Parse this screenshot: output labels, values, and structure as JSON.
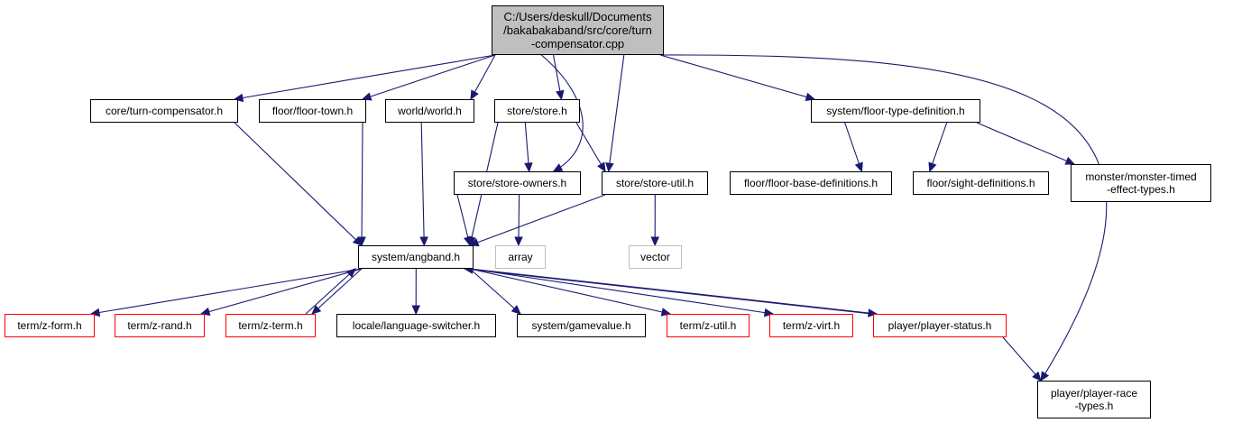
{
  "diagram": {
    "type": "include-dependency-graph",
    "edge_color": "#191970",
    "node_border_colors": {
      "default": "#000000",
      "red": "#ff0000",
      "gray": "#bfbfbf"
    },
    "root_fill": "#bfbfbf",
    "nodes": [
      {
        "id": "root",
        "lines": [
          "C:/Users/deskull/Documents",
          "/bakabakaband/src/core/turn",
          "-compensator.cpp"
        ],
        "style": "root"
      },
      {
        "id": "turn_comp_h",
        "lines": [
          "core/turn-compensator.h"
        ],
        "style": "default"
      },
      {
        "id": "floor_town",
        "lines": [
          "floor/floor-town.h"
        ],
        "style": "default"
      },
      {
        "id": "world",
        "lines": [
          "world/world.h"
        ],
        "style": "default"
      },
      {
        "id": "store_h",
        "lines": [
          "store/store.h"
        ],
        "style": "default"
      },
      {
        "id": "floor_type_def",
        "lines": [
          "system/floor-type-definition.h"
        ],
        "style": "default"
      },
      {
        "id": "store_owners",
        "lines": [
          "store/store-owners.h"
        ],
        "style": "default"
      },
      {
        "id": "store_util",
        "lines": [
          "store/store-util.h"
        ],
        "style": "default"
      },
      {
        "id": "floor_base_defs",
        "lines": [
          "floor/floor-base-definitions.h"
        ],
        "style": "default"
      },
      {
        "id": "sight_defs",
        "lines": [
          "floor/sight-definitions.h"
        ],
        "style": "default"
      },
      {
        "id": "monster_timed",
        "lines": [
          "monster/monster-timed",
          "-effect-types.h"
        ],
        "style": "default"
      },
      {
        "id": "angband",
        "lines": [
          "system/angband.h"
        ],
        "style": "default"
      },
      {
        "id": "array",
        "lines": [
          "array"
        ],
        "style": "gray"
      },
      {
        "id": "vector",
        "lines": [
          "vector"
        ],
        "style": "gray"
      },
      {
        "id": "z_form",
        "lines": [
          "term/z-form.h"
        ],
        "style": "red"
      },
      {
        "id": "z_rand",
        "lines": [
          "term/z-rand.h"
        ],
        "style": "red"
      },
      {
        "id": "z_term",
        "lines": [
          "term/z-term.h"
        ],
        "style": "red"
      },
      {
        "id": "lang_switch",
        "lines": [
          "locale/language-switcher.h"
        ],
        "style": "default"
      },
      {
        "id": "gamevalue",
        "lines": [
          "system/gamevalue.h"
        ],
        "style": "default"
      },
      {
        "id": "z_util",
        "lines": [
          "term/z-util.h"
        ],
        "style": "red"
      },
      {
        "id": "z_virt",
        "lines": [
          "term/z-virt.h"
        ],
        "style": "red"
      },
      {
        "id": "player_status",
        "lines": [
          "player/player-status.h"
        ],
        "style": "red"
      },
      {
        "id": "player_race",
        "lines": [
          "player/player-race",
          "-types.h"
        ],
        "style": "default"
      }
    ],
    "edges": [
      {
        "from": "root",
        "to": "turn_comp_h"
      },
      {
        "from": "root",
        "to": "floor_town"
      },
      {
        "from": "root",
        "to": "world"
      },
      {
        "from": "root",
        "to": "store_h"
      },
      {
        "from": "root",
        "to": "store_owners"
      },
      {
        "from": "root",
        "to": "store_util"
      },
      {
        "from": "root",
        "to": "floor_type_def"
      },
      {
        "from": "root",
        "to": "player_race"
      },
      {
        "from": "turn_comp_h",
        "to": "angband"
      },
      {
        "from": "floor_town",
        "to": "angband"
      },
      {
        "from": "world",
        "to": "angband"
      },
      {
        "from": "store_h",
        "to": "angband"
      },
      {
        "from": "store_h",
        "to": "store_owners"
      },
      {
        "from": "store_h",
        "to": "store_util"
      },
      {
        "from": "store_owners",
        "to": "angband"
      },
      {
        "from": "store_owners",
        "to": "array"
      },
      {
        "from": "store_util",
        "to": "angband"
      },
      {
        "from": "store_util",
        "to": "vector"
      },
      {
        "from": "floor_type_def",
        "to": "floor_base_defs"
      },
      {
        "from": "floor_type_def",
        "to": "sight_defs"
      },
      {
        "from": "floor_type_def",
        "to": "monster_timed"
      },
      {
        "from": "angband",
        "to": "z_form"
      },
      {
        "from": "angband",
        "to": "z_rand"
      },
      {
        "from": "angband",
        "to": "z_term"
      },
      {
        "from": "z_term",
        "to": "angband"
      },
      {
        "from": "angband",
        "to": "lang_switch"
      },
      {
        "from": "angband",
        "to": "gamevalue"
      },
      {
        "from": "angband",
        "to": "z_util"
      },
      {
        "from": "angband",
        "to": "z_virt"
      },
      {
        "from": "angband",
        "to": "player_status"
      },
      {
        "from": "player_status",
        "to": "angband"
      },
      {
        "from": "player_status",
        "to": "player_race"
      }
    ]
  }
}
